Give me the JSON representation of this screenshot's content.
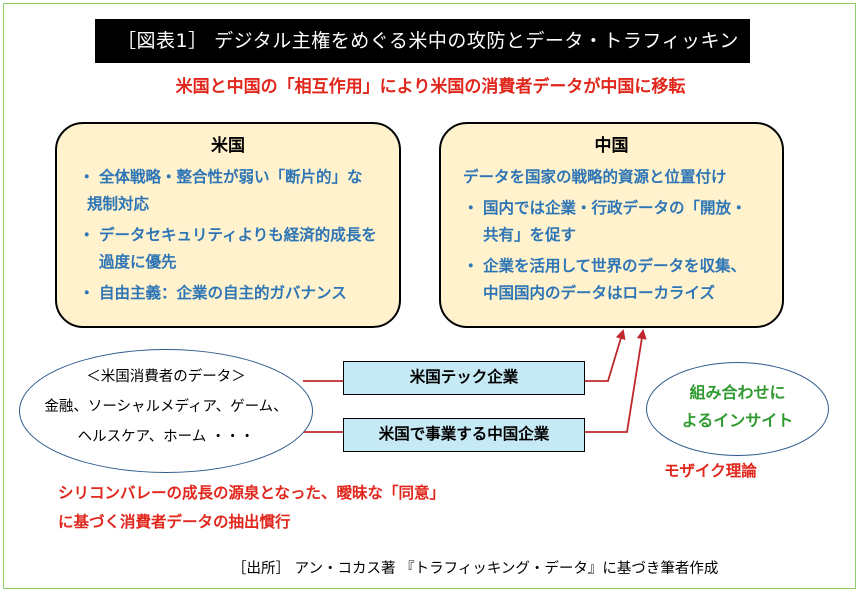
{
  "title": "［図表1］ デジタル主権をめぐる米中の攻防とデータ・トラフィッキング",
  "subtitle": "米国と中国の「相互作用」により米国の消費者データが中国に移転",
  "us_box": {
    "heading": "米国",
    "items": [
      {
        "bullet": "・",
        "lines": [
          "全体戦略・整合性が弱い「断片的」な",
          "規制対応"
        ]
      },
      {
        "bullet": "・",
        "lines": [
          "データセキュリティよりも経済的成長を",
          "過度に優先"
        ]
      },
      {
        "bullet": "・",
        "lines": [
          "自由主義：企業の自主的ガバナンス"
        ]
      }
    ]
  },
  "cn_box": {
    "heading": "中国",
    "intro": "データを国家の戦略的資源と位置付け",
    "items": [
      {
        "bullet": "・",
        "lines": [
          "国内では企業・行政データの「開放・",
          "共有」を促す"
        ]
      },
      {
        "bullet": "・",
        "lines": [
          "企業を活用して世界のデータを収集、",
          "中国国内のデータはローカライズ"
        ]
      }
    ]
  },
  "consumer_data": {
    "title": "＜米国消費者のデータ＞",
    "line1": "金融、ソーシャルメディア、ゲーム、",
    "line2": "ヘルスケア、ホーム ・・・"
  },
  "companies": {
    "us_tech": "米国テック企業",
    "cn_in_us": "米国で事業する中国企業"
  },
  "insight": {
    "line1": "組み合わせに",
    "line2": "よるインサイト"
  },
  "mosaic": "モザイク理論",
  "note": {
    "line1": "シリコンバレーの成長の源泉となった、曖昧な「同意」",
    "line2": "に基づく消費者データの抽出慣行"
  },
  "source": "［出所］ アン・コカス著 『トラフィッキング・データ』に基づき筆者作成",
  "colors": {
    "title_bg": "#000000",
    "red_text": "#e1261c",
    "blue_text": "#2e75b6",
    "green_text": "#2f9a2f",
    "box_fill": "#fff2cc",
    "company_fill": "#c6eaf5",
    "frame": "#8fcf6a",
    "connector": "#c0272d"
  }
}
